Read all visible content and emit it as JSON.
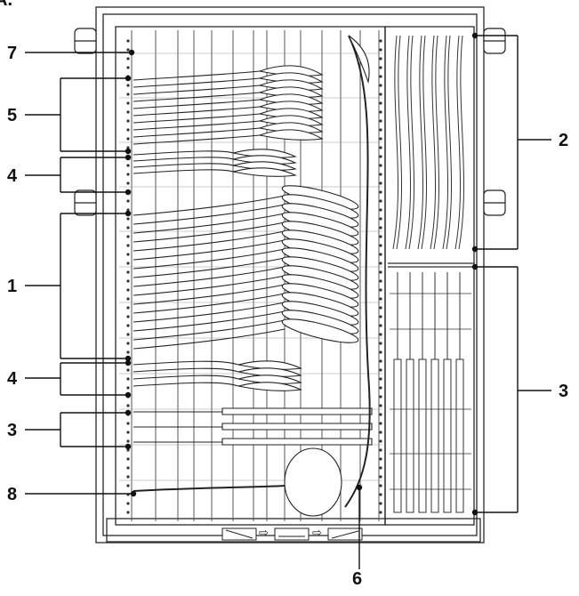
{
  "figure": {
    "corner_fragment": "A.",
    "callouts": [
      "7",
      "5",
      "4",
      "1",
      "4",
      "3",
      "8",
      "6",
      "2",
      "3"
    ]
  },
  "colors": {
    "ink": "#111111",
    "line": "#2a2a2a",
    "background": "#ffffff"
  },
  "icons": [
    "arrow-right-icon",
    "arrow-right-icon"
  ]
}
